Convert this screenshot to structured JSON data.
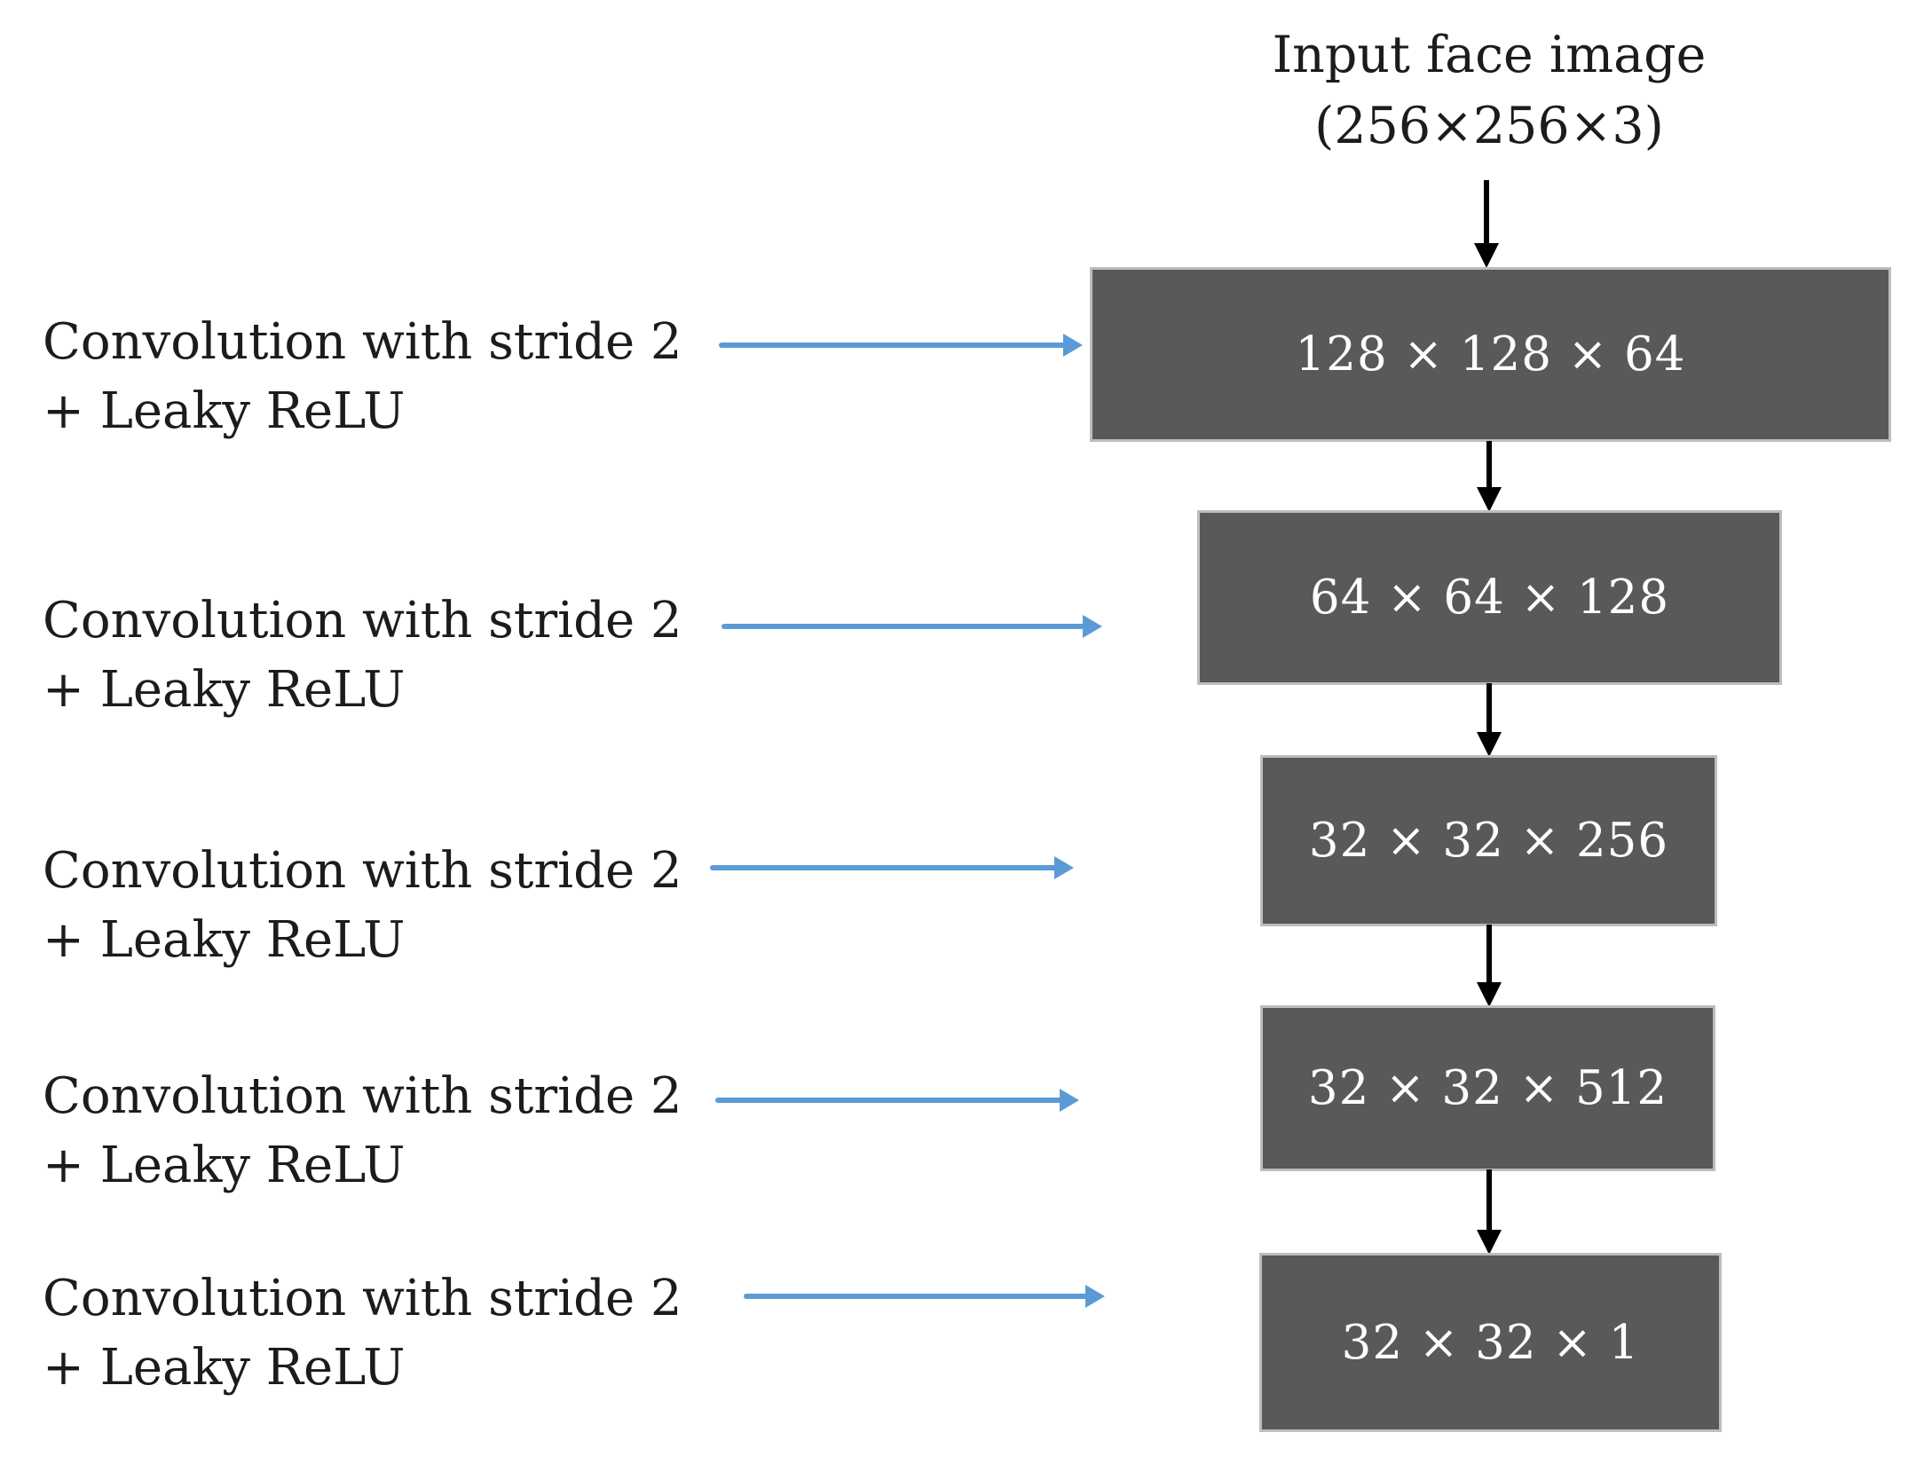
{
  "title": {
    "line1": "Input face image",
    "line2": "(256×256×3)"
  },
  "left_labels": [
    {
      "line1": "Convolution with stride 2",
      "line2": "+ Leaky ReLU"
    },
    {
      "line1": "Convolution with stride 2",
      "line2": "+ Leaky ReLU"
    },
    {
      "line1": "Convolution with stride 2",
      "line2": "+ Leaky ReLU"
    },
    {
      "line1": "Convolution with stride 2",
      "line2": "+ Leaky ReLU"
    },
    {
      "line1": "Convolution with stride 2",
      "line2": "+ Leaky ReLU"
    }
  ],
  "layers": [
    {
      "label": "128 × 128 × 64"
    },
    {
      "label": "64 × 64 × 128"
    },
    {
      "label": "32 × 32 × 256"
    },
    {
      "label": "32 × 32 × 512"
    },
    {
      "label": "32 × 32 × 1"
    }
  ],
  "colors": {
    "box-fill": "#595959",
    "box-border": "#bdbdbd",
    "blue-arrow": "#5b9bd5",
    "black-arrow": "#000000",
    "text": "#1c1c1c",
    "box-text": "#ffffff",
    "background": "#ffffff"
  }
}
